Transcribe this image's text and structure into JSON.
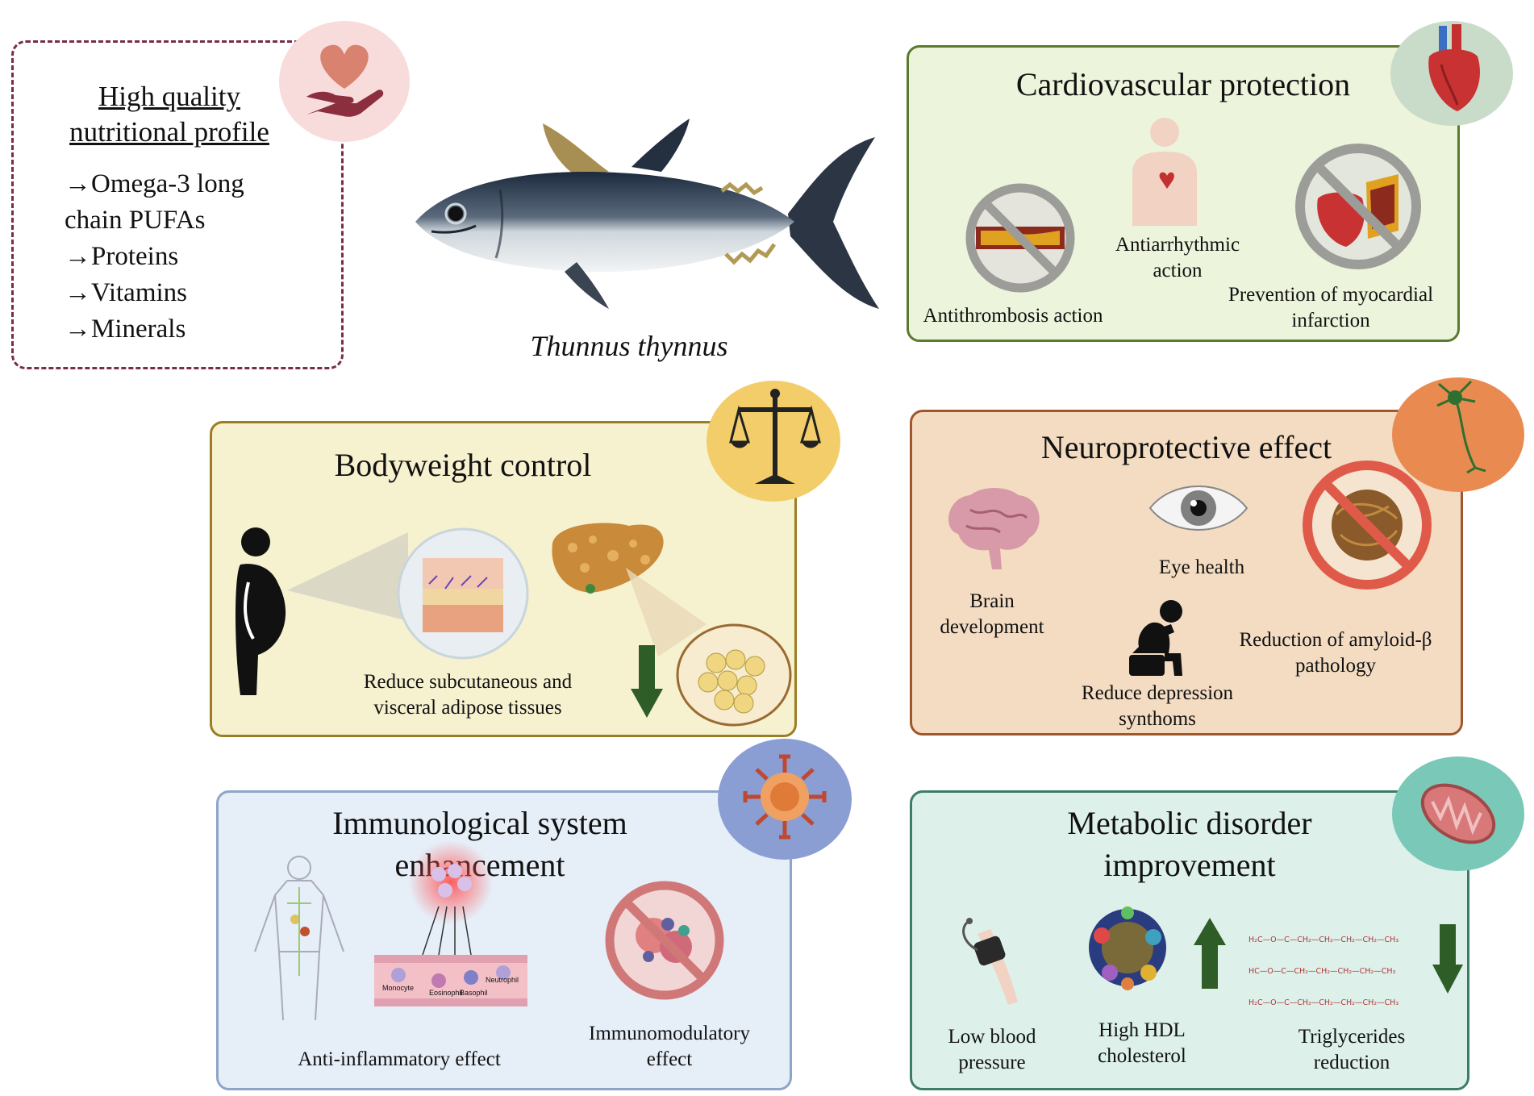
{
  "nutrition": {
    "title_line1": "High quality",
    "title_line2": "nutritional profile",
    "items": [
      "→Omega-3 long",
      "chain PUFAs",
      "→Proteins",
      "→Vitamins",
      "→Minerals"
    ]
  },
  "species": "Thunnus thynnus",
  "cardio": {
    "title": "Cardiovascular protection",
    "items": [
      {
        "line1": "Antithrombosis action",
        "line2": ""
      },
      {
        "line1": "Antiarrhythmic",
        "line2": "action"
      },
      {
        "line1": "Prevention of myocardial",
        "line2": "infarction"
      }
    ]
  },
  "bodyweight": {
    "title": "Bodyweight control",
    "caption_line1": "Reduce  subcutaneous and",
    "caption_line2": "visceral adipose tissues"
  },
  "neuro": {
    "title": "Neuroprotective effect",
    "items": [
      {
        "line1": "Brain",
        "line2": "development"
      },
      {
        "line1": "Eye health",
        "line2": ""
      },
      {
        "line1": "Reduction of amyloid-β",
        "line2": "pathology"
      },
      {
        "line1": "Reduce depression",
        "line2": "synthoms"
      }
    ]
  },
  "immuno": {
    "title_line1": "Immunological system",
    "title_line2": "enhancement",
    "items": [
      {
        "line1": "Anti-inflammatory effect",
        "line2": ""
      },
      {
        "line1": "Immunomodulatory",
        "line2": "effect"
      }
    ],
    "cell_labels": [
      "Monocyte",
      "Eosinophil",
      "Basophil",
      "Neutrophil"
    ]
  },
  "metabolic": {
    "title_line1": "Metabolic disorder",
    "title_line2": "improvement",
    "items": [
      {
        "line1": "Low blood",
        "line2": "pressure"
      },
      {
        "line1": "High HDL",
        "line2": "cholesterol"
      },
      {
        "line1": "Triglycerides",
        "line2": "reduction"
      }
    ],
    "chem_rows": [
      "H₂C—O—C—CH₂—CH₂—CH₂—CH₂—CH₃",
      "HC—O—C—CH₂—CH₂—CH₂—CH₂—CH₃",
      "H₂C—O—C—CH₂—CH₂—CH₂—CH₂—CH₃"
    ]
  },
  "colors": {
    "cardio_bg": "#ecf4dc",
    "cardio_border": "#5a7a2e",
    "body_bg": "#f6f1cf",
    "body_border": "#9b7d22",
    "neuro_bg": "#f3dcc2",
    "neuro_border": "#a0572c",
    "immuno_bg": "#e6eef8",
    "immuno_border": "#8ea4c8",
    "metab_bg": "#ddf0ea",
    "metab_border": "#3d7d68",
    "nutrition_border": "#7a2c4a",
    "arrow_green": "#2e5d27"
  }
}
